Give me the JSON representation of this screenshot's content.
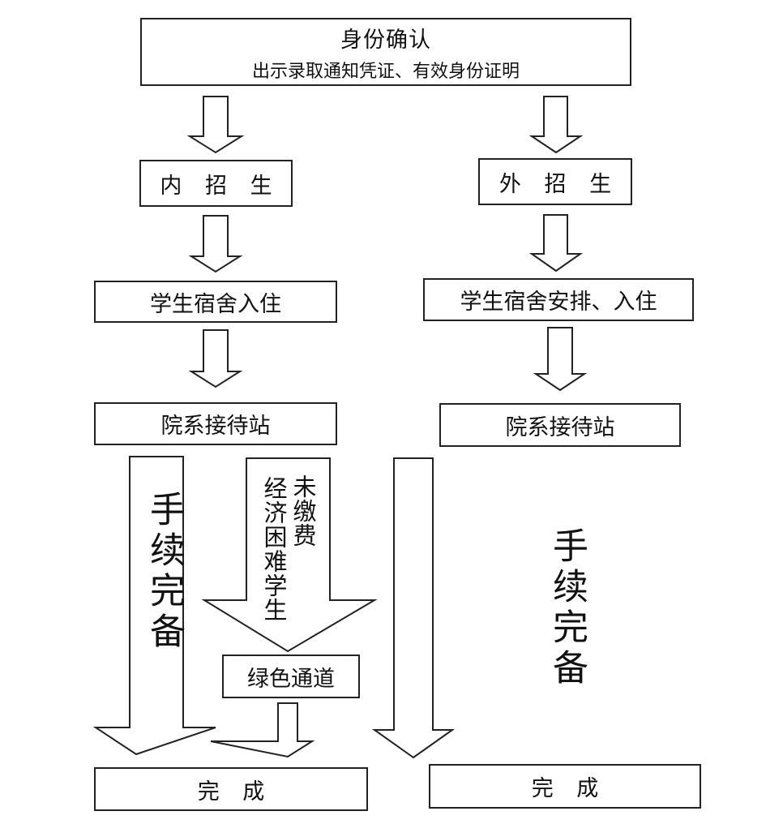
{
  "diagram": {
    "type": "flowchart",
    "start": {
      "title": "身份确认",
      "subtitle": "出示录取通知凭证、有效身份证明"
    },
    "left_branch": {
      "category": "内 招 生",
      "dorm": "学生宿舍入住",
      "station": "院系接待站",
      "complete_arrow_label": "手续完备",
      "aid_arrow_label_line1": "未缴费",
      "aid_arrow_label_line2": "经济困难学生",
      "green_channel": "绿色通道",
      "finish": "完 成"
    },
    "right_branch": {
      "category": "外 招 生",
      "dorm": "学生宿舍安排、入住",
      "station": "院系接待站",
      "complete_arrow_label": "手续完备",
      "finish": "完 成"
    }
  }
}
